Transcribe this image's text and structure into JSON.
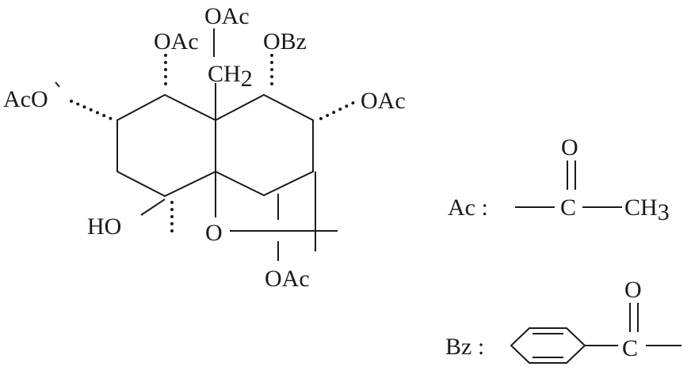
{
  "molecule": {
    "top_oac": "OAc",
    "ch2": "CH",
    "ch2_sub": "2",
    "oac_upper_left": "OAc",
    "obz": "OBz",
    "aco_left": "AcO",
    "oac_right": "OAc",
    "ho": "HO",
    "ring_o": "O",
    "oac_bottom": "OAc"
  },
  "legend": {
    "ac_label": "Ac :",
    "ac_o": "O",
    "ac_c": "C",
    "ac_ch3": "CH",
    "ac_ch3_sub": "3",
    "bz_label": "Bz :",
    "bz_o": "O",
    "bz_c": "C"
  }
}
